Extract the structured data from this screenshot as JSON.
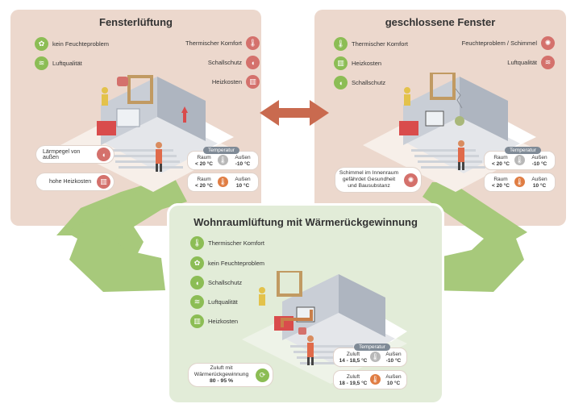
{
  "colors": {
    "panel_warm": "#ecd8cd",
    "panel_green": "#e2ecd8",
    "good": "#8cbd55",
    "bad": "#d4716c",
    "arrow_red": "#c96a4f",
    "arrow_green": "#a7c97b"
  },
  "left": {
    "title": "Fensterlüftung",
    "pros": [
      {
        "label": "kein Feuchteproblem",
        "icon": "mold-free-icon"
      },
      {
        "label": "Luftqualität",
        "icon": "air-icon"
      }
    ],
    "cons": [
      {
        "label": "Thermischer Komfort",
        "icon": "thermometer-icon"
      },
      {
        "label": "Schallschutz",
        "icon": "sound-icon"
      },
      {
        "label": "Heizkosten",
        "icon": "radiator-icon"
      }
    ],
    "callouts": [
      "Lärmpegel von außen",
      "hohe Heizkosten"
    ],
    "temp": {
      "header": "Temperatur",
      "rows": [
        {
          "in_label": "Raum",
          "in_value": "< 20 °C",
          "out_label": "Außen",
          "out_value": "-10 °C"
        },
        {
          "in_label": "Raum",
          "in_value": "< 20 °C",
          "out_label": "Außen",
          "out_value": "10 °C"
        }
      ]
    }
  },
  "right": {
    "title": "geschlossene Fenster",
    "pros": [
      {
        "label": "Thermischer Komfort",
        "icon": "thermometer-icon"
      },
      {
        "label": "Heizkosten",
        "icon": "radiator-icon"
      },
      {
        "label": "Schallschutz",
        "icon": "sound-icon"
      }
    ],
    "cons": [
      {
        "label": "Feuchteproblem / Schimmel",
        "icon": "mold-icon"
      },
      {
        "label": "Luftqualität",
        "icon": "air-icon"
      }
    ],
    "callout": [
      "Schimmel im Innenraum",
      "gefährdet Gesundheit",
      "und Bausubstanz"
    ],
    "temp": {
      "header": "Temperatur",
      "rows": [
        {
          "in_label": "Raum",
          "in_value": "< 20 °C",
          "out_label": "Außen",
          "out_value": "-10 °C"
        },
        {
          "in_label": "Raum",
          "in_value": "< 20 °C",
          "out_label": "Außen",
          "out_value": "10 °C"
        }
      ]
    }
  },
  "bottom": {
    "title": "Wohnraumlüftung mit Wärmerückgewinnung",
    "pros": [
      {
        "label": "Thermischer Komfort",
        "icon": "thermometer-icon"
      },
      {
        "label": "kein Feuchteproblem",
        "icon": "mold-free-icon"
      },
      {
        "label": "Schallschutz",
        "icon": "sound-icon"
      },
      {
        "label": "Luftqualität",
        "icon": "air-icon"
      },
      {
        "label": "Heizkosten",
        "icon": "radiator-icon"
      }
    ],
    "callout": [
      "Zuluft mit",
      "Wärmerückgewinnung",
      "80 - 95 %"
    ],
    "temp": {
      "header": "Temperatur",
      "rows": [
        {
          "in_label": "Zuluft",
          "in_value": "14 - 18,5 °C",
          "out_label": "Außen",
          "out_value": "-10 °C"
        },
        {
          "in_label": "Zuluft",
          "in_value": "18 - 19,5 °C",
          "out_label": "Außen",
          "out_value": "10 °C"
        }
      ]
    }
  }
}
